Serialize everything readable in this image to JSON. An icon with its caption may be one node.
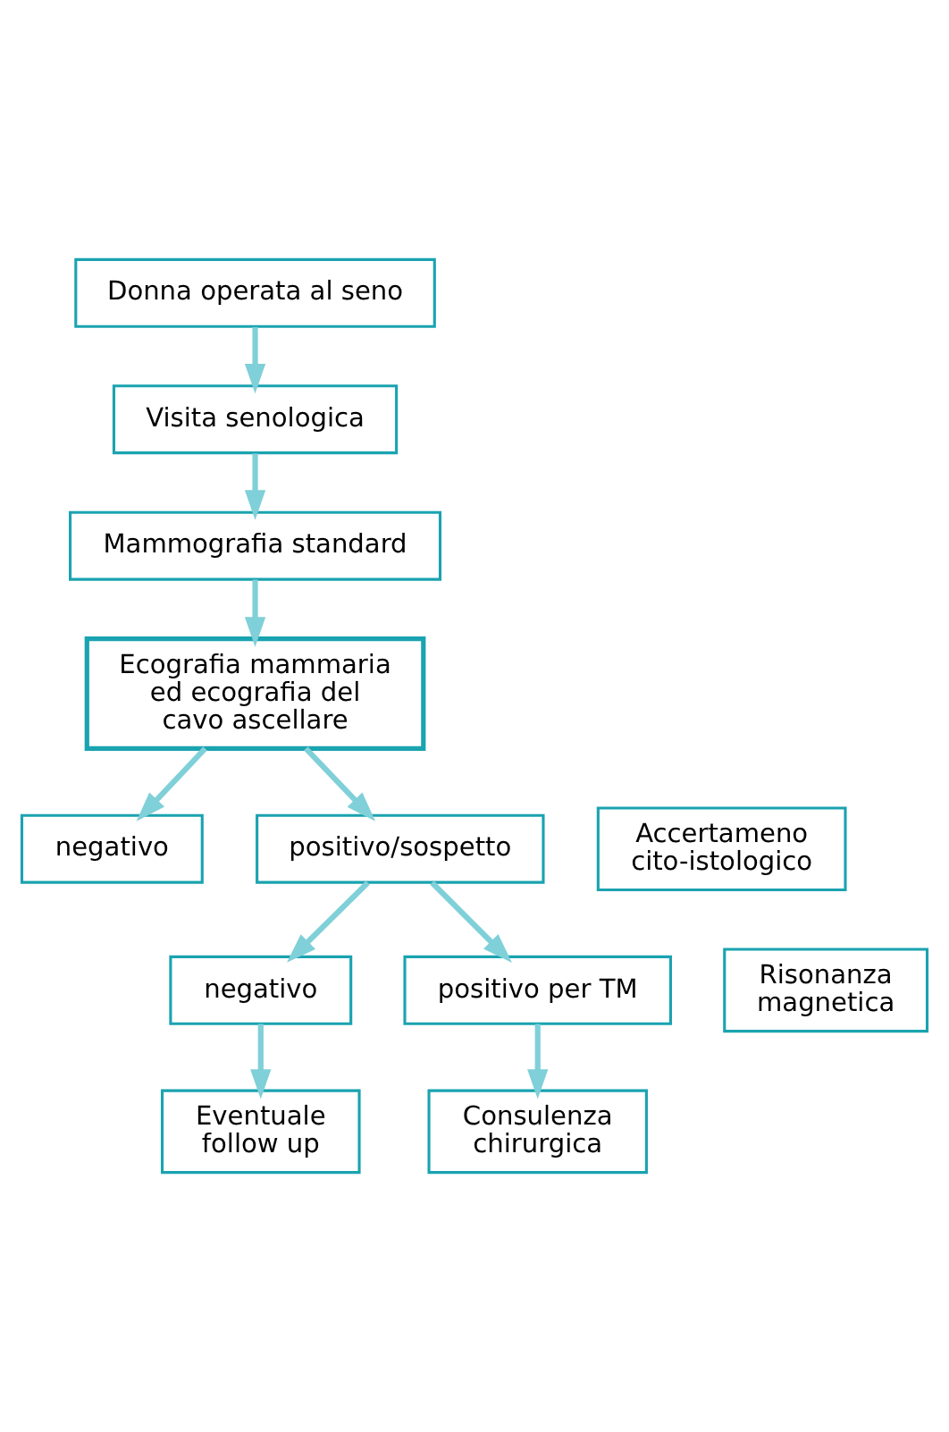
{
  "diagram": {
    "nodes": [
      {
        "text": [
          "Donna operata al seno"
        ]
      },
      {
        "text": [
          "Visita senologica"
        ]
      },
      {
        "text": [
          "Mammografia standard"
        ]
      },
      {
        "text": [
          "Ecografia mammaria ed ecografia del cavo ascellare"
        ]
      },
      {
        "text": [
          "negativo"
        ]
      },
      {
        "text": [
          "positivo/sospetto"
        ]
      },
      {
        "text": [
          "Accertameno cito-istologico"
        ]
      },
      {
        "text": [
          "Risonanza magnetica"
        ]
      },
      {
        "text": [
          "negativo"
        ]
      },
      {
        "text": [
          "positivo per TM"
        ]
      },
      {
        "text": [
          "Eventuale follow up"
        ]
      },
      {
        "text": [
          "Consulenza chirurgica"
        ]
      }
    ],
    "edges": [
      {
        "from": 0,
        "to": 1,
        "arrow": "to"
      },
      {
        "from": 1,
        "to": 2,
        "arrow": "to"
      },
      {
        "from": 2,
        "to": 3,
        "arrow": "to"
      },
      {
        "from": 3,
        "to": 4,
        "arrow": "to"
      },
      {
        "from": 3,
        "to": 5,
        "arrow": "to"
      },
      {
        "from": 5,
        "to": 8,
        "arrow": "to"
      },
      {
        "from": 5,
        "to": 9,
        "arrow": "to"
      },
      {
        "from": 8,
        "to": 10,
        "arrow": "to"
      },
      {
        "from": 9,
        "to": 11,
        "arrow": "to"
      }
    ]
  }
}
